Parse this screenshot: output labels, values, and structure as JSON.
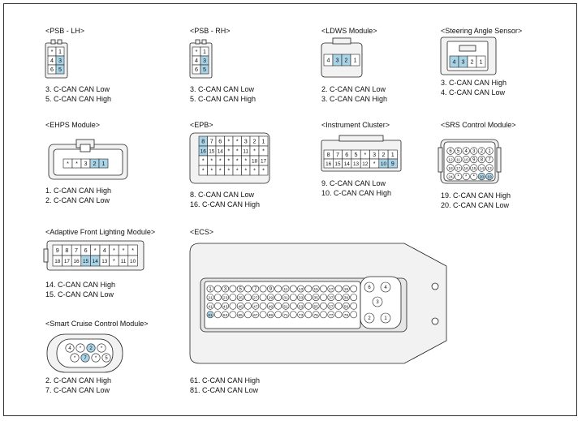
{
  "modules": {
    "psb_lh": {
      "title": "<PSB - LH>",
      "pins": [
        "3. C-CAN CAN Low",
        "5. C-CAN CAN High"
      ],
      "connector": [
        "*",
        "1",
        "4",
        "3",
        "6",
        "5"
      ],
      "highlight": [
        "3",
        "5"
      ]
    },
    "psb_rh": {
      "title": "<PSB - RH>",
      "pins": [
        "3. C-CAN CAN Low",
        "5. C-CAN CAN High"
      ],
      "connector": [
        "*",
        "1",
        "4",
        "3",
        "6",
        "5"
      ],
      "highlight": [
        "3",
        "5"
      ]
    },
    "ldws": {
      "title": "<LDWS Module>",
      "pins": [
        "2. C-CAN CAN Low",
        "3. C-CAN CAN High"
      ],
      "connector": [
        "4",
        "3",
        "2",
        "1"
      ],
      "highlight": [
        "2",
        "3"
      ]
    },
    "steering": {
      "title": "<Steering Angle Sensor>",
      "pins": [
        "3. C-CAN CAN High",
        "4. C-CAN CAN Low"
      ],
      "connector": [
        "4",
        "3",
        "2",
        "1"
      ],
      "highlight": [
        "3",
        "4"
      ]
    },
    "ehps": {
      "title": "<EHPS Module>",
      "pins": [
        "1. C-CAN CAN High",
        "2. C-CAN CAN Low"
      ],
      "connector": [
        "*",
        "*",
        "3",
        "2",
        "1"
      ],
      "highlight": [
        "1",
        "2"
      ]
    },
    "epb": {
      "title": "<EPB>",
      "pins": [
        "8. C-CAN CAN Low",
        "16. C-CAN CAN High"
      ],
      "connector_rows": [
        [
          "8",
          "7",
          "6",
          "*",
          "*",
          "3",
          "2",
          "1"
        ],
        [
          "16",
          "15",
          "14",
          "*",
          "*",
          "11",
          "*",
          "*"
        ],
        [
          "*",
          "*",
          "*",
          "*",
          "*",
          "*",
          "18",
          "17"
        ],
        [
          "*",
          "*",
          "*",
          "*",
          "*",
          "*",
          "*",
          "*"
        ]
      ],
      "highlight": [
        "8",
        "16"
      ]
    },
    "cluster": {
      "title": "<Instrument Cluster>",
      "pins": [
        "9. C-CAN CAN Low",
        "10. C-CAN CAN High"
      ],
      "connector_rows": [
        [
          "8",
          "7",
          "6",
          "5",
          "*",
          "3",
          "2",
          "1"
        ],
        [
          "16",
          "15",
          "14",
          "13",
          "12",
          "*",
          "10",
          "9"
        ]
      ],
      "highlight": [
        "9",
        "10"
      ]
    },
    "srs": {
      "title": "<SRS Control Module>",
      "pins": [
        "19. C-CAN CAN High",
        "20. C-CAN CAN Low"
      ],
      "highlight": [
        "19",
        "20"
      ]
    },
    "afls": {
      "title": "<Adaptive Front Lighting Module>",
      "pins": [
        "14. C-CAN CAN High",
        "15. C-CAN CAN Low"
      ],
      "connector_rows": [
        [
          "9",
          "8",
          "7",
          "6",
          "*",
          "4",
          "*",
          "*",
          "*"
        ],
        [
          "18",
          "17",
          "16",
          "15",
          "14",
          "13",
          "*",
          "11",
          "10"
        ]
      ],
      "highlight": [
        "14",
        "15"
      ]
    },
    "ecs": {
      "title": "<ECS>",
      "pins": [
        "61. C-CAN CAN High",
        "81. C-CAN CAN Low"
      ],
      "highlight": [
        "61",
        "81"
      ],
      "side_pins": [
        "6",
        "4",
        "3",
        "2",
        "1"
      ]
    },
    "scc": {
      "title": "<Smart Cruise Control Module>",
      "pins": [
        "2. C-CAN CAN High",
        "7. C-CAN CAN Low"
      ],
      "connector_rows": [
        [
          "4",
          "*",
          "2",
          "*"
        ],
        [
          "*",
          "7",
          "*",
          "5"
        ]
      ],
      "highlight": [
        "2",
        "7"
      ]
    }
  },
  "colors": {
    "highlight": "#a9d3e6",
    "line": "#222222",
    "fill": "#f2f2f2",
    "body": "#e6e6e6"
  }
}
